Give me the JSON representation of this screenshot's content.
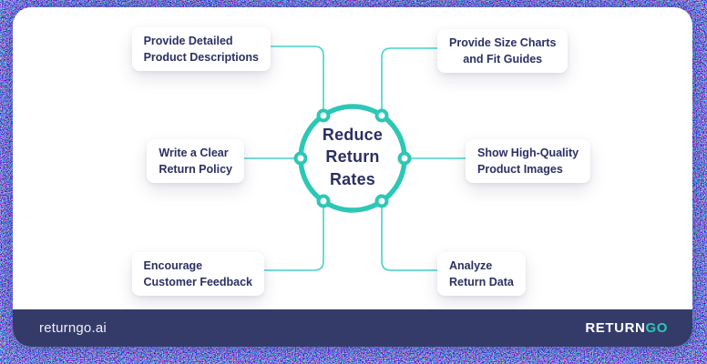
{
  "colors": {
    "teal": "#2cc7b5",
    "connector": "#44d4c3",
    "navy_text": "#2b2f63",
    "footer_bg": "#353b69",
    "card_bg": "#ffffff",
    "page_bg": "#05060c",
    "footer_text": "#eef0f7",
    "logo_go": "#2cc7b5"
  },
  "center": {
    "line1": "Reduce",
    "line2": "Return",
    "line3": "Rates"
  },
  "boxes": [
    {
      "line1": "Provide Detailed",
      "line2": "Product Descriptions"
    },
    {
      "line1": "Provide Size Charts",
      "line2": "and Fit Guides"
    },
    {
      "line1": "Write a Clear",
      "line2": "Return Policy"
    },
    {
      "line1": "Show High-Quality",
      "line2": "Product Images"
    },
    {
      "line1": "Encourage",
      "line2": "Customer Feedback"
    },
    {
      "line1": "Analyze",
      "line2": "Return Data"
    }
  ],
  "footer": {
    "site": "returngo.ai",
    "logo_part1": "RETURN",
    "logo_part2": "GO"
  }
}
